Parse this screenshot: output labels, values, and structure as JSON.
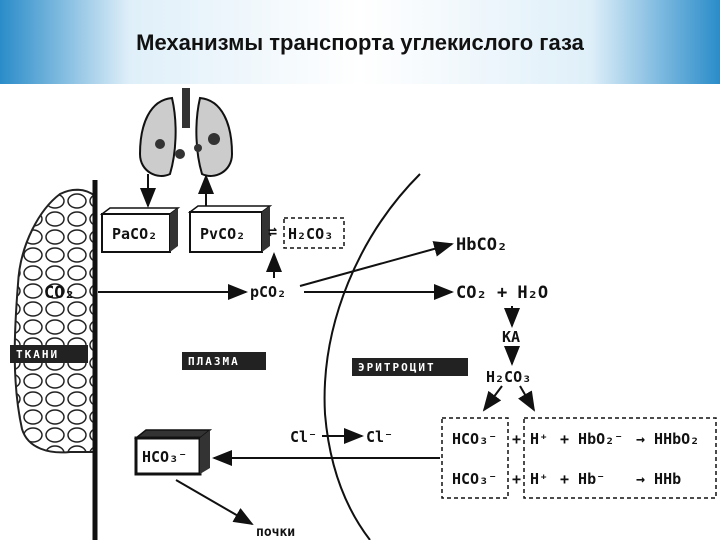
{
  "header": {
    "title": "Механизмы транспорта углекислого газа"
  },
  "diagram": {
    "lungs_left_box": "PaCO₂",
    "lungs_right_box": "PvCO₂",
    "h2co3_plasma": "H₂CO₃",
    "pco2": "pCO₂",
    "tissue_co2": "CO₂",
    "tissue_band": "ТКАНИ",
    "plasma_band": "ПЛАЗМА",
    "erythrocyte_band": "ЭРИТРОЦИТ",
    "hbco2": "HbCO₂",
    "co2_plus_h2o": "CO₂ + H₂O",
    "ka": "КА",
    "h2co3_rbc": "H₂CO₃",
    "cl_plasma": "Cl⁻",
    "cl_rbc": "Cl⁻",
    "hco3_row1": "HCO₃⁻",
    "plus_h_row1": "+ H⁺",
    "hbo2": "+ HbO₂⁻",
    "hhbo2": "→ HHbO₂",
    "hco3_row2": "HCO₃⁻",
    "plus_h_row2": "+ H⁺",
    "hb": "+ Hb⁻",
    "hhb": "→ HHb",
    "hco3_plasma": "HCO₃⁻",
    "kidneys": "почки"
  }
}
